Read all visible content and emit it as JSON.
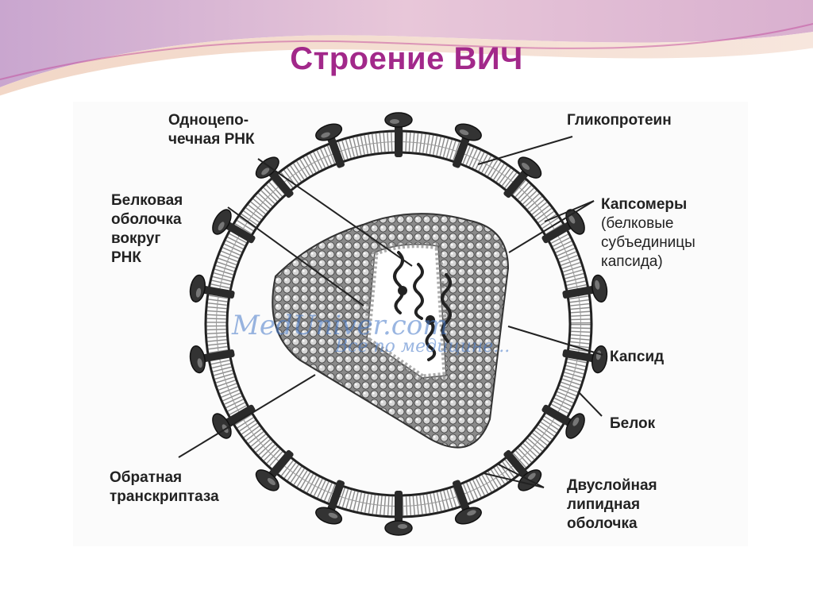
{
  "slide": {
    "title": "Строение ВИЧ",
    "accent_color": "#a2288a"
  },
  "diagram": {
    "labels": {
      "rna": [
        "Одноцепо-",
        "чечная РНК"
      ],
      "protein_shell": [
        "Белковая",
        "оболочка",
        "вокруг",
        "РНК"
      ],
      "glycoprotein": "Гликопротеин",
      "capsomeres_title": "Капсомеры",
      "capsomeres_desc": [
        "(белковые",
        "субъединицы",
        "капсида)"
      ],
      "capsid": "Капсид",
      "protein": "Белок",
      "reverse_transcriptase": [
        "Обратная",
        "транскриптаза"
      ],
      "lipid_bilayer": [
        "Двуслойная",
        "липидная",
        "оболочка"
      ]
    },
    "watermark": {
      "site": "MedUniver.com",
      "slogan": "Все по медицине..."
    }
  }
}
